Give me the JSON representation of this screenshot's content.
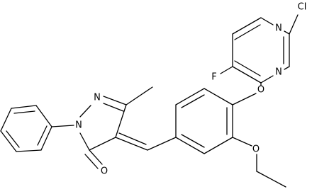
{
  "molecule": {
    "atoms": {
      "cl": "Cl",
      "n_upper": "N",
      "n_lower": "N",
      "f": "F",
      "o_ether": "O",
      "o_ethoxy": "O",
      "n_pyrazole_upper": "N",
      "n_pyrazole_lower": "N",
      "o_carbonyl": "O"
    }
  }
}
